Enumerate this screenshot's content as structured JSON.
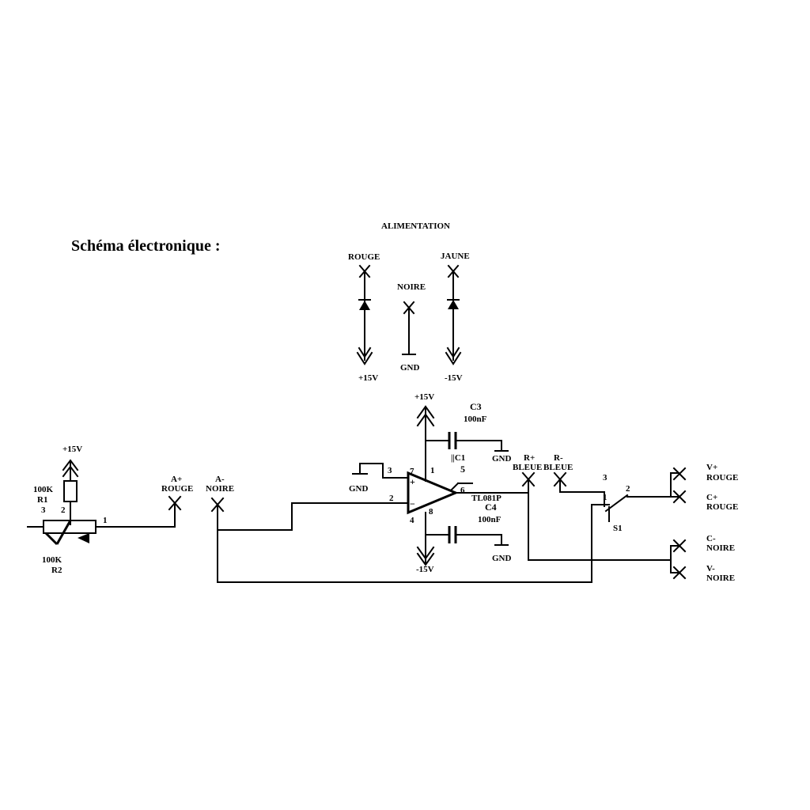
{
  "title": "Schéma électronique :",
  "alimentation": {
    "heading": "ALIMENTATION",
    "rouge": "ROUGE",
    "noire": "NOIRE",
    "jaune": "JAUNE",
    "plus15": "+15V",
    "gnd": "GND",
    "minus15": "-15V"
  },
  "pot": {
    "supply": "+15V",
    "r1_value": "100K",
    "r1_name": "R1",
    "pin3": "3",
    "pin2": "2",
    "pin1": "1",
    "r2_value": "100K",
    "r2_name": "R2"
  },
  "connectors": {
    "a_plus": [
      "A+",
      "ROUGE"
    ],
    "a_minus": [
      "A-",
      "NOIRE"
    ],
    "r_plus": [
      "R+",
      "BLEUE"
    ],
    "r_minus": [
      "R-",
      "BLEUE"
    ],
    "v_plus": [
      "V+",
      "ROUGE"
    ],
    "c_plus": [
      "C+",
      "ROUGE"
    ],
    "c_minus": [
      "C-",
      "NOIRE"
    ],
    "v_minus": [
      "V-",
      "NOIRE"
    ]
  },
  "opamp": {
    "supply_pos": "+15V",
    "supply_neg": "-15V",
    "c3_name": "C3",
    "c3_value": "100nF",
    "c4_name": "C4",
    "c4_value": "100nF",
    "ic_name": "||C1",
    "part": "TL081P",
    "gnd_top": "GND",
    "gnd_left": "GND",
    "gnd_bottom": "GND",
    "pin1": "1",
    "pin2": "2",
    "pin3": "3",
    "pin4": "4",
    "pin5": "5",
    "pin6": "6",
    "pin7": "7",
    "pin8": "8",
    "plus_sign": "+",
    "minus_sign": "−"
  },
  "switch": {
    "name": "S1",
    "pin1": "1",
    "pin2": "2",
    "pin3": "3"
  }
}
